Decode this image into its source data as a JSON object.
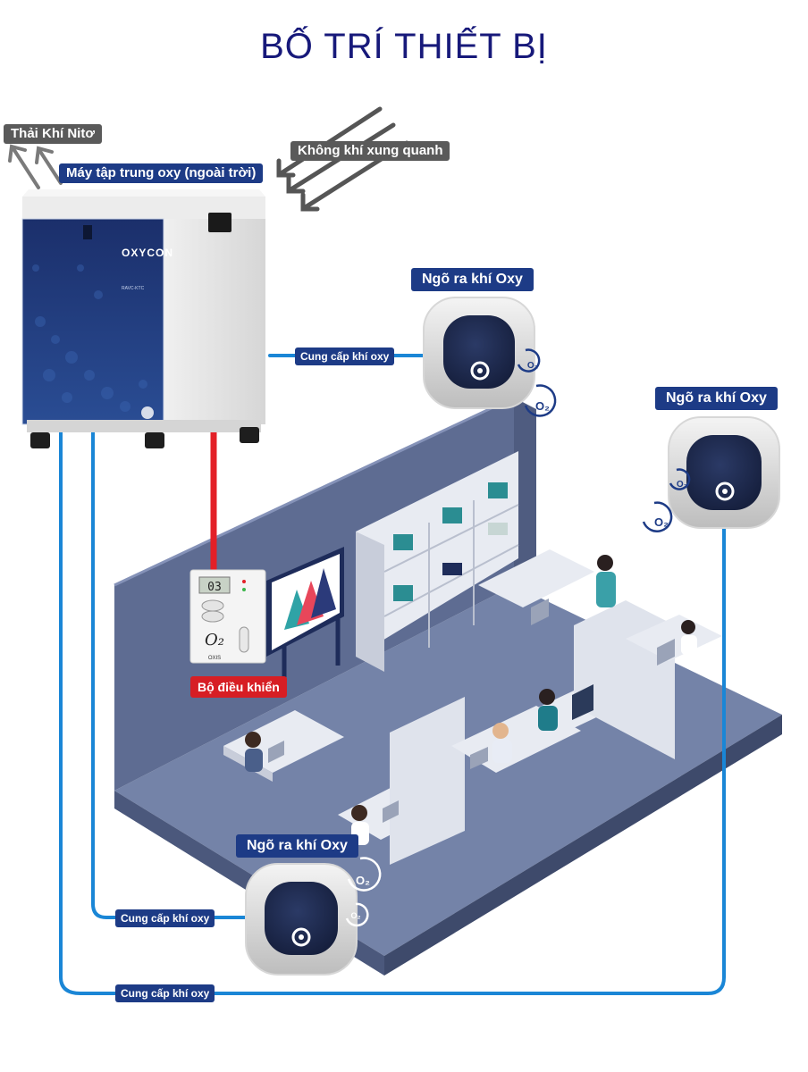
{
  "title": "BỐ TRÍ THIẾT BỊ",
  "labels": {
    "exhaust_nitrogen": "Thải Khí Nitơ",
    "ambient_air": "Không khí xung quanh",
    "concentrator": "Máy tập trung oxy (ngoài trời)",
    "oxygen_outlet": "Ngõ ra khí Oxy",
    "supply_oxygen": "Cung cấp khí oxy",
    "controller": "Bộ điều khiển"
  },
  "device": {
    "brand": "OXYCON",
    "model": "RAVC-KTC",
    "controller_symbol": "O₂",
    "controller_display": "03",
    "controller_brand": "OXIS",
    "outlet_symbol": "O₂"
  },
  "colors": {
    "title": "#17197a",
    "tag_navy": "#1d3b86",
    "tag_gray": "#5a5a5a",
    "tag_red": "#d71e24",
    "pipe_blue": "#1a86d6",
    "wire_red": "#e32027",
    "room_floor": "#7483a8",
    "room_wall": "#5e6c92"
  }
}
